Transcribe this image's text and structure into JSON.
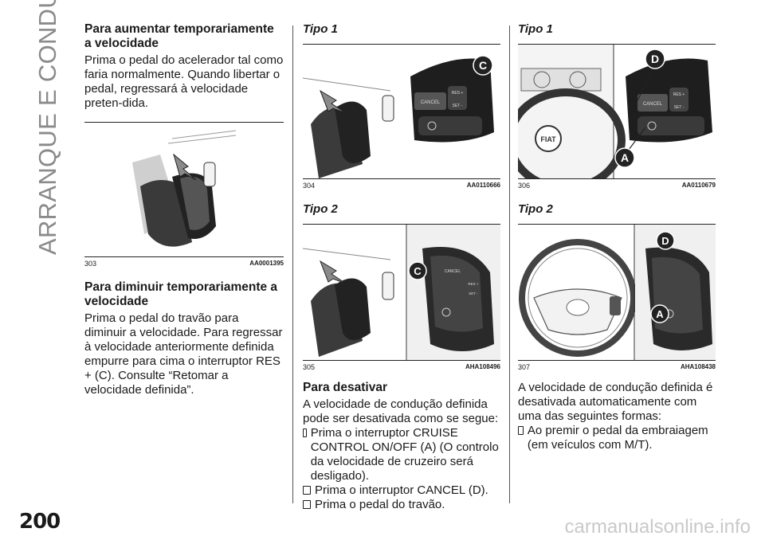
{
  "sidebar": {
    "section": "ARRANQUE E CONDUÇÃO"
  },
  "page_number": "200",
  "watermark": "carmanualsonline.info",
  "col1": {
    "h1": "Para aumentar temporariamente a velocidade",
    "p1": "Prima o pedal do acelerador tal como faria normalmente. Quando libertar o pedal, regressará à velocidade preten-dida.",
    "fig": {
      "num": "303",
      "code": "AA0001395"
    },
    "h2": "Para diminuir temporariamente a velocidade",
    "p2": "Prima o pedal do travão para diminuir a velocidade. Para regressar à velocidade anteriormente definida empurre para cima o interruptor RES + (C). Consulte “Retomar a velocidade definida”."
  },
  "col2": {
    "fig1": {
      "title": "Tipo 1",
      "num": "304",
      "code": "AA0110666",
      "button_labels": [
        "CANCEL",
        "RES +",
        "SET -"
      ],
      "callout": "C"
    },
    "fig2": {
      "title": "Tipo 2",
      "num": "305",
      "code": "AHA108496",
      "button_labels": [
        "CANCEL",
        "RES +",
        "SET -"
      ],
      "callout": "C"
    },
    "h": "Para desativar",
    "p": "A velocidade de condução definida pode ser desativada como se segue:",
    "bullets": [
      "Prima o interruptor CRUISE CONTROL ON/OFF (A) (O controlo da velocidade de cruzeiro será desligado).",
      "Prima o interruptor CANCEL (D).",
      "Prima o pedal do travão."
    ]
  },
  "col3": {
    "fig1": {
      "title": "Tipo 1",
      "num": "306",
      "code": "AA0110679",
      "button_labels": [
        "CANCEL",
        "RES +",
        "SET -"
      ],
      "callouts": [
        "D",
        "A"
      ],
      "emblem": "FIAT"
    },
    "fig2": {
      "title": "Tipo 2",
      "num": "307",
      "code": "AHA108438",
      "callouts": [
        "D",
        "A"
      ]
    },
    "p": "A velocidade de condução definida é desativada automaticamente com uma das seguintes formas:",
    "bullets": [
      "Ao premir o pedal da embraiagem (em veículos com M/T)."
    ]
  }
}
